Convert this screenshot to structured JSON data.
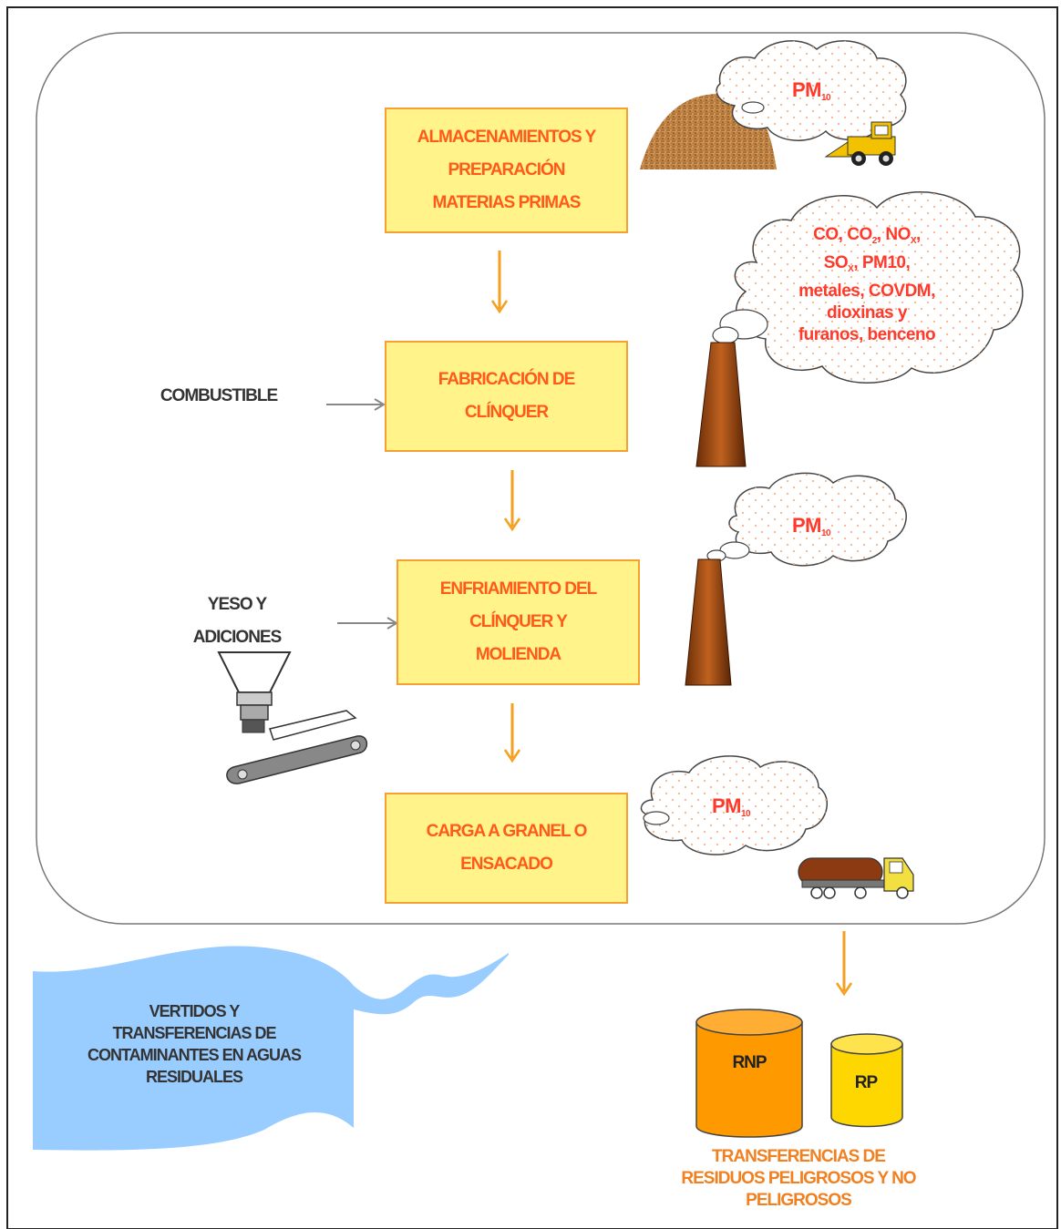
{
  "process_steps": [
    {
      "line1": "ALMACENAMIENTOS Y",
      "line2": "PREPARACIÓN",
      "line3": "MATERIAS PRIMAS"
    },
    {
      "line1": "FABRICACIÓN DE",
      "line2": "CLÍNQUER"
    },
    {
      "line1": "ENFRIAMIENTO DEL",
      "line2": "CLÍNQUER Y",
      "line3": "MOLIENDA"
    },
    {
      "line1": "CARGA A GRANEL O",
      "line2": "ENSACADO"
    }
  ],
  "inputs": {
    "fuel": "COMBUSTIBLE",
    "additives_line1": "YESO Y",
    "additives_line2": "ADICIONES"
  },
  "emissions": {
    "pm_main": "PM",
    "pm_sub": "10",
    "kiln_line1_a": "CO, CO",
    "kiln_line1_b": "2",
    "kiln_line1_c": ", NO",
    "kiln_line1_d": "X",
    "kiln_line1_e": ",",
    "kiln_line2_a": "SO",
    "kiln_line2_b": "X",
    "kiln_line2_c": ", PM10,",
    "kiln_line3": "metales, COVDM,",
    "kiln_line4": "dioxinas y",
    "kiln_line5": "furanos, benceno"
  },
  "water": {
    "line1": "VERTIDOS Y",
    "line2": "TRANSFERENCIAS DE",
    "line3": "CONTAMINANTES EN AGUAS",
    "line4": "RESIDUALES"
  },
  "waste": {
    "rnp": "RNP",
    "rp": "RP",
    "line1": "TRANSFERENCIAS DE",
    "line2": "RESIDUOS PELIGROSOS Y NO",
    "line3": "PELIGROSOS"
  },
  "colors": {
    "box_fill": "#fff38a",
    "box_border": "#f5a030",
    "box_text": "#ff5a1a",
    "arrow": "#f5a020",
    "input_arrow": "#888888",
    "water": "#99ccff",
    "rnp_fill": "#ff9900",
    "rp_fill": "#ffd700"
  },
  "icons": [
    "raw-material-pile-icon",
    "loader-truck-icon",
    "chimney-icon",
    "hopper-conveyor-icon",
    "tanker-truck-icon",
    "water-flag-icon"
  ]
}
